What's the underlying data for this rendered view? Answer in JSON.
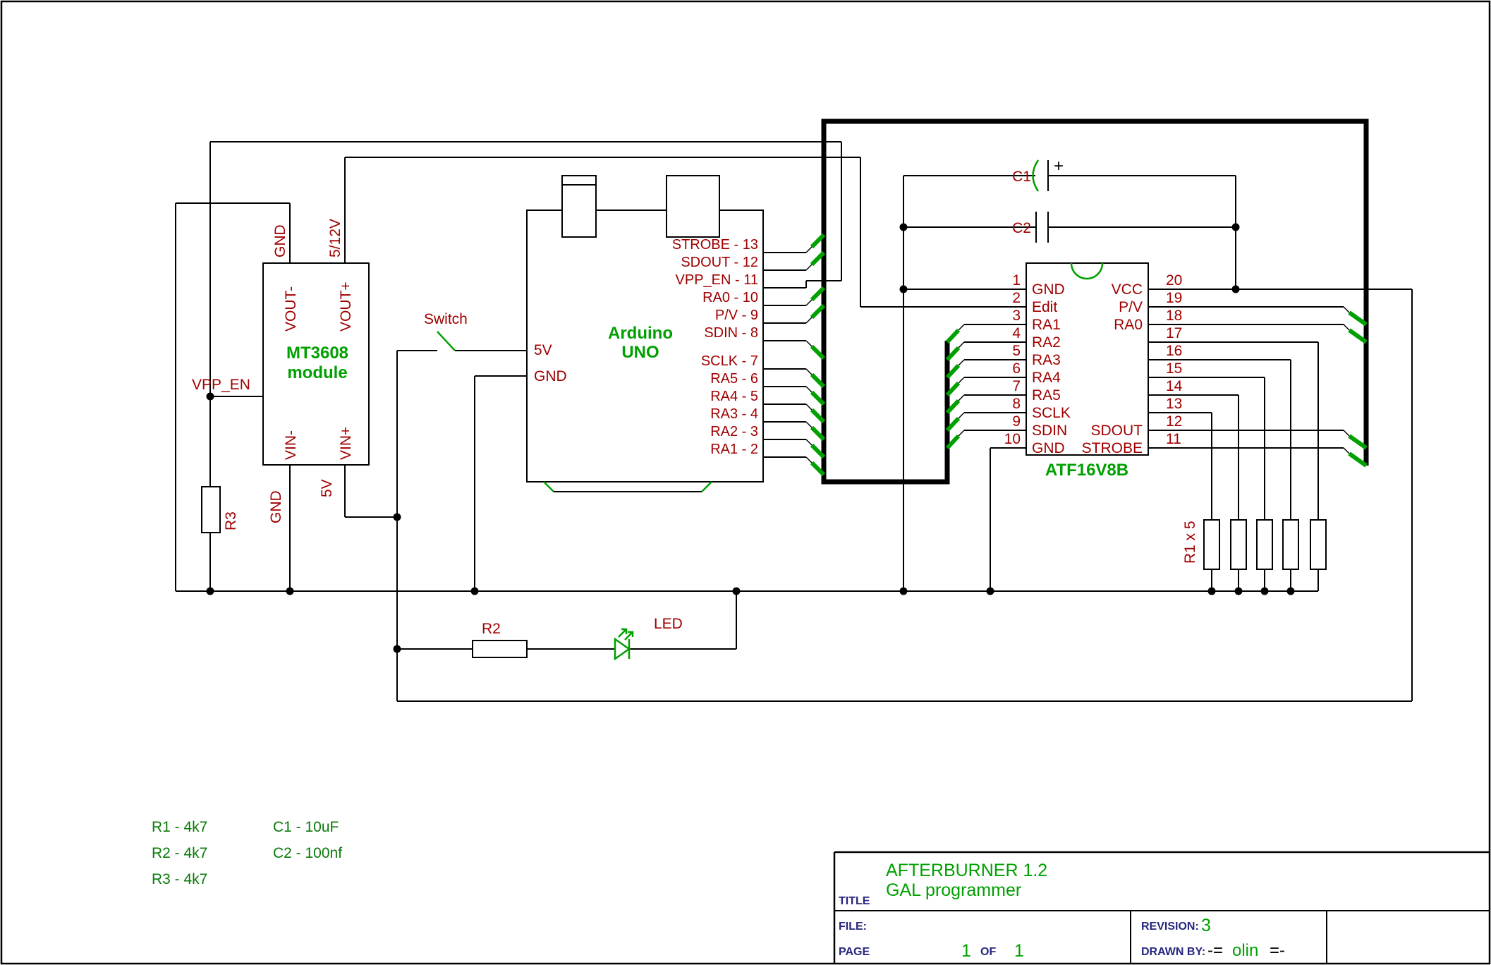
{
  "colors": {
    "net_label": "#a00000",
    "component_name": "#00a000",
    "bom_text": "#0a7a0a",
    "title_label": "#26267f",
    "wire": "#000000",
    "bus_entry": "#00a000"
  },
  "nets": {
    "vpp_en": "VPP_EN",
    "switch": "Switch"
  },
  "mt3608": {
    "name_line1": "MT3608",
    "name_line2": "module",
    "pin_vout_minus": "VOUT-",
    "pin_vout_plus": "VOUT+",
    "pin_vin_minus": "VIN-",
    "pin_vin_plus": "VIN+",
    "net_gnd_top": "GND",
    "net_5_12v": "5/12V",
    "net_gnd_bottom": "GND",
    "net_5v": "5V"
  },
  "arduino": {
    "name_line1": "Arduino",
    "name_line2": "UNO",
    "pin_5v": "5V",
    "pin_gnd": "GND",
    "right_pins": [
      "STROBE - 13",
      "SDOUT - 12",
      "VPP_EN - 11",
      "RA0 - 10",
      "P/V - 9",
      "SDIN - 8",
      "SCLK - 7",
      "RA5 - 6",
      "RA4 - 5",
      "RA3 - 4",
      "RA2 - 3",
      "RA1 - 2"
    ]
  },
  "gal": {
    "name": "ATF16V8B",
    "left_pin_numbers": [
      "1",
      "2",
      "3",
      "4",
      "5",
      "6",
      "7",
      "8",
      "9",
      "10"
    ],
    "left_pin_labels": [
      "GND",
      "Edit",
      "RA1",
      "RA2",
      "RA3",
      "RA4",
      "RA5",
      "SCLK",
      "SDIN",
      "GND"
    ],
    "right_pin_numbers": [
      "20",
      "19",
      "18",
      "17",
      "16",
      "15",
      "14",
      "13",
      "12",
      "11"
    ],
    "right_pin_vcc": "VCC",
    "right_pin_pv": "P/V",
    "right_pin_ra0": "RA0",
    "right_pin_sdout": "SDOUT",
    "right_pin_strobe": "STROBE"
  },
  "components": {
    "r3": "R3",
    "r2": "R2",
    "r1x5": "R1 x 5",
    "led": "LED",
    "c1": "C1",
    "c2": "C2",
    "c1_plus": "+"
  },
  "bom": {
    "r1": "R1 - 4k7",
    "r2": "R2 - 4k7",
    "r3": "R3 - 4k7",
    "c1": "C1 - 10uF",
    "c2": "C2 - 100nf"
  },
  "title_block": {
    "title_label": "TITLE",
    "title_line1": "AFTERBURNER 1.2",
    "title_line2": "GAL programmer",
    "file_label": "FILE:",
    "page_label": "PAGE",
    "page_number": "1",
    "page_of": "OF",
    "page_total": "1",
    "revision_label": "REVISION:",
    "revision_value": "3",
    "drawn_by_label": "DRAWN BY:",
    "drawn_by_pre": "-=",
    "drawn_by_name": "olin",
    "drawn_by_post": "=-"
  }
}
